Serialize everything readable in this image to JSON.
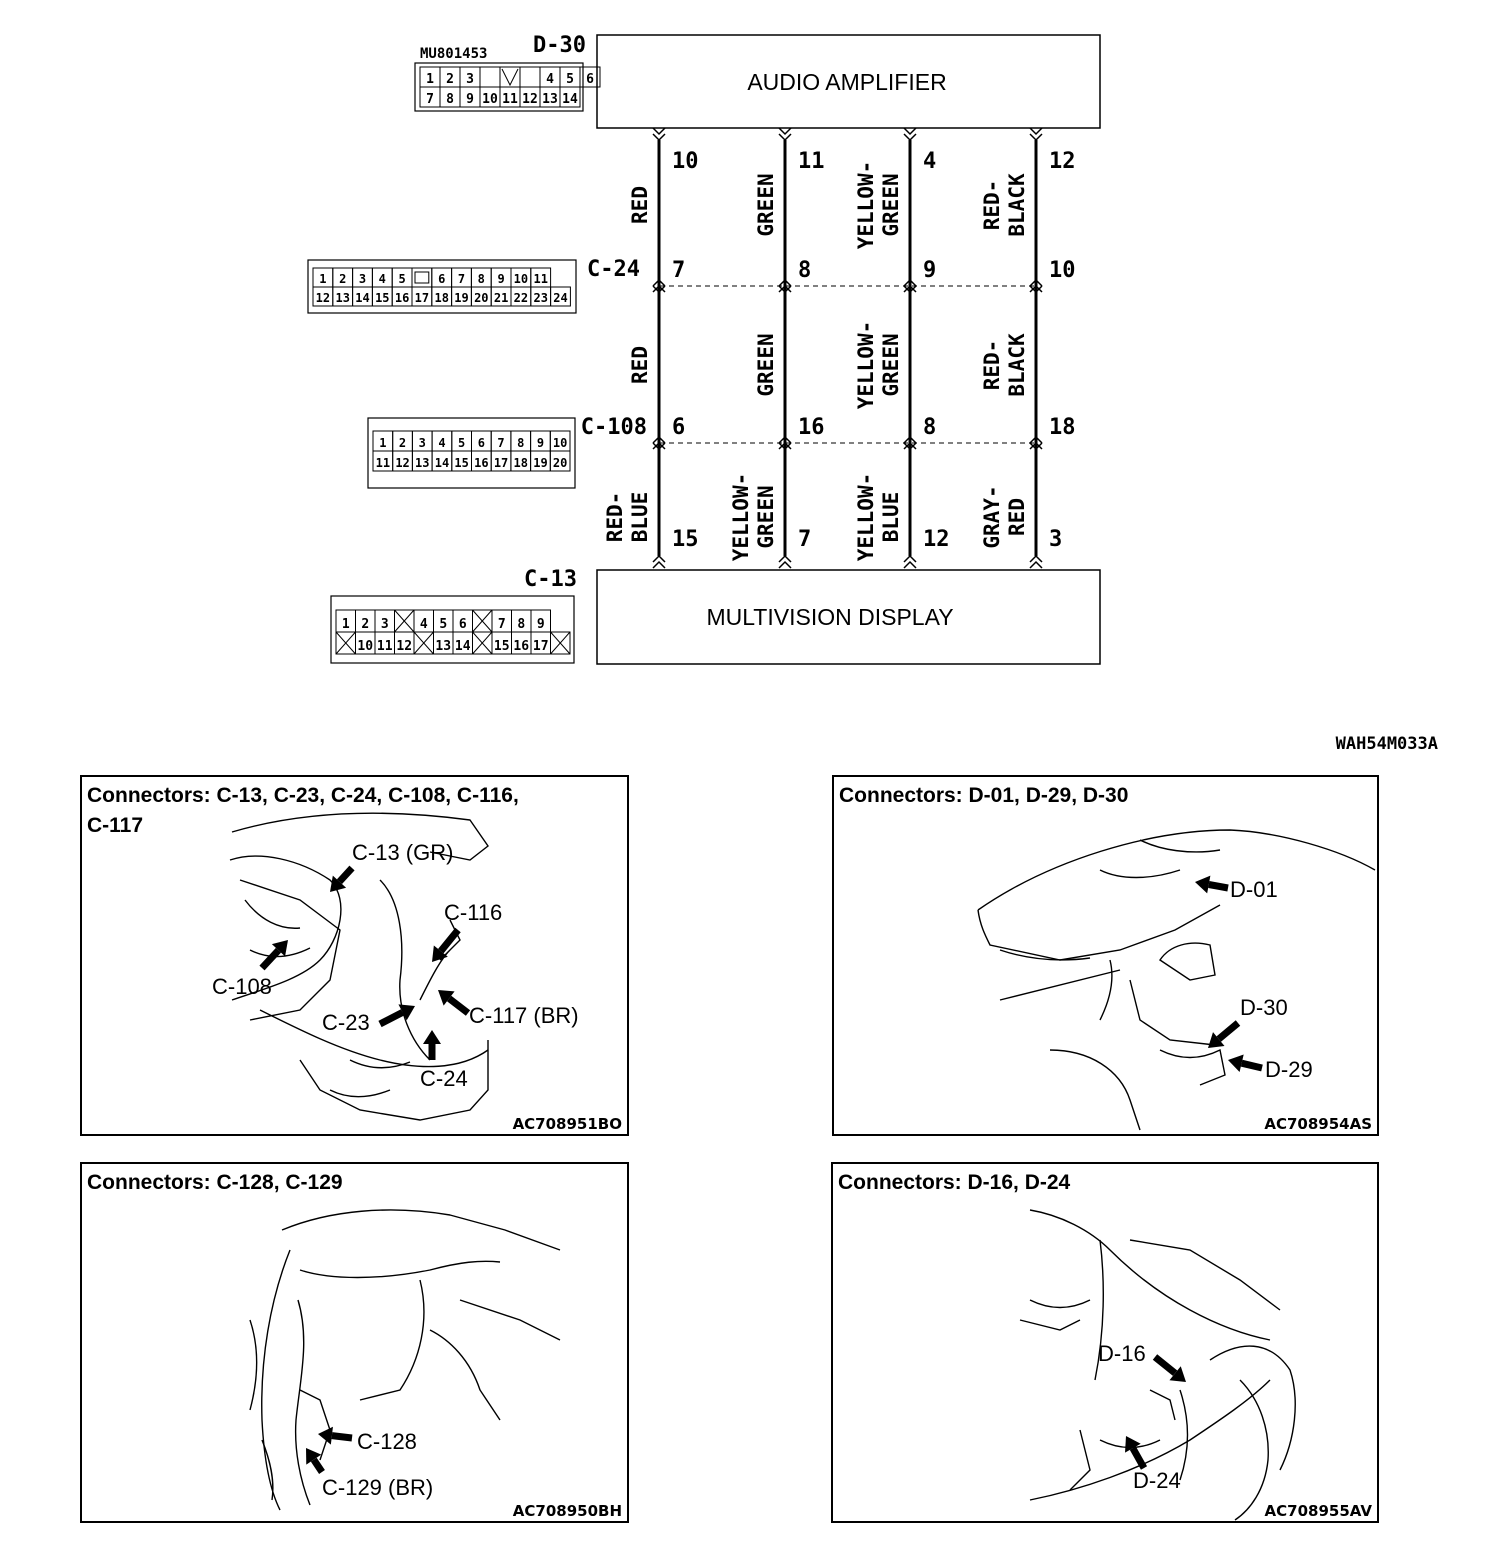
{
  "diagram": {
    "code": "WAH54M033A",
    "components": {
      "top": {
        "connector": "D-30",
        "part_number": "MU801453",
        "name": "AUDIO AMPLIFIER"
      },
      "bottom": {
        "connector": "C-13",
        "name": "MULTIVISION DISPLAY"
      }
    },
    "intermediate": [
      {
        "connector": "C-24",
        "pins": [
          "7",
          "8",
          "9",
          "10"
        ]
      },
      {
        "connector": "C-108",
        "pins": [
          "6",
          "16",
          "8",
          "18"
        ]
      }
    ],
    "wires": [
      {
        "top_pin": "10",
        "seg1": [
          "RED"
        ],
        "seg2": [
          "RED"
        ],
        "seg3": [
          "RED-",
          "BLUE"
        ],
        "bottom_pin": "15"
      },
      {
        "top_pin": "11",
        "seg1": [
          "GREEN"
        ],
        "seg2": [
          "GREEN"
        ],
        "seg3": [
          "YELLOW-",
          "GREEN"
        ],
        "bottom_pin": "7"
      },
      {
        "top_pin": "4",
        "seg1": [
          "YELLOW-",
          "GREEN"
        ],
        "seg2": [
          "YELLOW-",
          "GREEN"
        ],
        "seg3": [
          "YELLOW-",
          "BLUE"
        ],
        "bottom_pin": "12"
      },
      {
        "top_pin": "12",
        "seg1": [
          "RED-",
          "BLACK"
        ],
        "seg2": [
          "RED-",
          "BLACK"
        ],
        "seg3": [
          "GRAY-",
          "RED"
        ],
        "bottom_pin": "3"
      }
    ],
    "connector_faces": {
      "D-30": {
        "row1": [
          "1",
          "2",
          "3",
          "",
          "4",
          "5",
          "6"
        ],
        "row2": [
          "7",
          "8",
          "9",
          "10",
          "11",
          "12",
          "13",
          "14"
        ]
      },
      "C-24": {
        "row1": [
          "1",
          "2",
          "3",
          "4",
          "5",
          "",
          "6",
          "7",
          "8",
          "9",
          "10",
          "11"
        ],
        "row2": [
          "12",
          "13",
          "14",
          "15",
          "16",
          "17",
          "18",
          "19",
          "20",
          "21",
          "22",
          "23",
          "24"
        ]
      },
      "C-108": {
        "row1": [
          "1",
          "2",
          "3",
          "4",
          "5",
          "6",
          "7",
          "8",
          "9",
          "10"
        ],
        "row2": [
          "11",
          "12",
          "13",
          "14",
          "15",
          "16",
          "17",
          "18",
          "19",
          "20"
        ]
      },
      "C-13": {
        "row1": [
          "1",
          "2",
          "3",
          "",
          "4",
          "5",
          "6",
          "",
          "7",
          "8",
          "9"
        ],
        "row2": [
          "",
          "10",
          "11",
          "12",
          "",
          "13",
          "14",
          "",
          "15",
          "16",
          "17",
          ""
        ]
      }
    }
  },
  "location_panels": [
    {
      "title": [
        "Connectors: C-13, C-23, C-24, C-108, C-116,",
        "C-117"
      ],
      "labels": [
        "C-13 (GR)",
        "C-116",
        "C-108",
        "C-117 (BR)",
        "C-23",
        "C-24"
      ],
      "code": "AC708951BO"
    },
    {
      "title": [
        "Connectors: D-01, D-29, D-30"
      ],
      "labels": [
        "D-01",
        "D-30",
        "D-29"
      ],
      "code": "AC708954AS"
    },
    {
      "title": [
        "Connectors: C-128, C-129"
      ],
      "labels": [
        "C-128",
        "C-129 (BR)"
      ],
      "code": "AC708950BH"
    },
    {
      "title": [
        "Connectors: D-16, D-24"
      ],
      "labels": [
        "D-16",
        "D-24"
      ],
      "code": "AC708955AV"
    }
  ]
}
